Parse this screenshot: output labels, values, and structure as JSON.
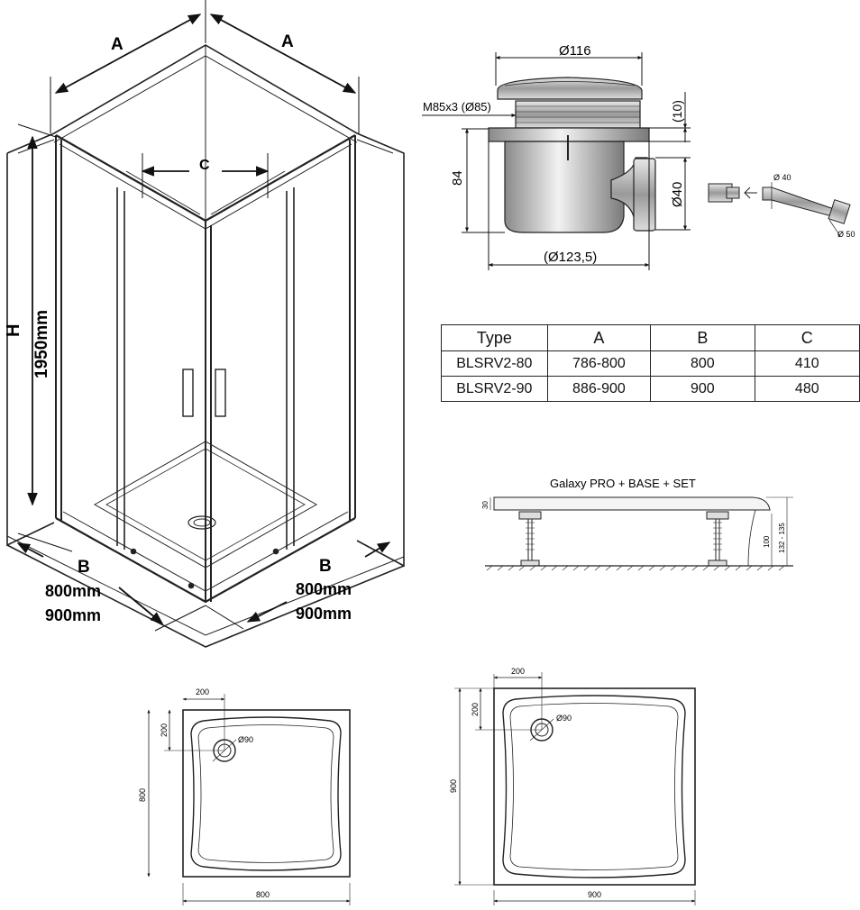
{
  "enclosure": {
    "label_a_left": "A",
    "label_a_right": "A",
    "label_c": "C",
    "label_h": "H",
    "height": "1950mm",
    "label_b_left": "B",
    "label_b_right": "B",
    "size_800_left": "800mm",
    "size_900_left": "900mm",
    "size_800_right": "800mm",
    "size_900_right": "900mm"
  },
  "drain": {
    "diameter_top": "Ø116",
    "thread": "M85x3 (Ø85)",
    "rim_height": "(10)",
    "body_height": "84",
    "outlet_diameter": "Ø40",
    "base_diameter": "(Ø123,5)",
    "pipe_diameter_1": "Ø 40",
    "pipe_diameter_2": "Ø 50"
  },
  "table": {
    "headers": [
      "Type",
      "A",
      "B",
      "C"
    ],
    "rows": [
      [
        "BLSRV2-80",
        "786-800",
        "800",
        "410"
      ],
      [
        "BLSRV2-90",
        "886-900",
        "900",
        "480"
      ]
    ]
  },
  "tray_side": {
    "title": "Galaxy PRO + BASE + SET",
    "dim_30": "30",
    "dim_100": "100",
    "dim_range": "132 - 135"
  },
  "tray_800": {
    "offset_x": "200",
    "offset_y": "200",
    "drain": "Ø90",
    "depth": "800",
    "width": "800"
  },
  "tray_900": {
    "offset_x": "200",
    "offset_y": "200",
    "drain": "Ø90",
    "depth": "900",
    "width": "900"
  }
}
